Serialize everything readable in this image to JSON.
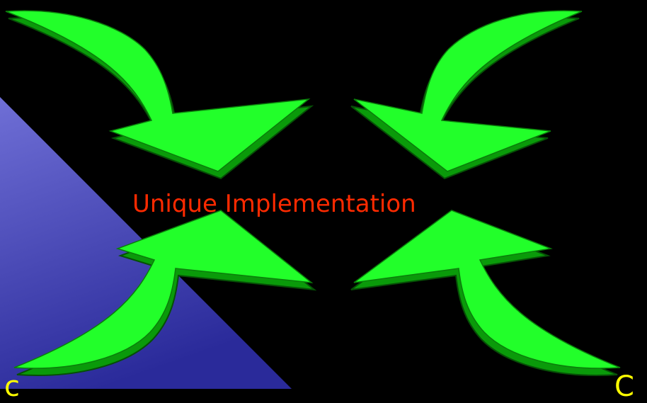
{
  "slide": {
    "center_label": "Unique Implementation",
    "edge_left_text": "c",
    "edge_right_text": "C",
    "colors": {
      "background": "#000000",
      "panel_light": "#6f6fd6",
      "panel_dark": "#2a2a9a",
      "arrow_face": "#22ff2a",
      "arrow_side": "#0a9a0a",
      "arrow_edge": "#064f06",
      "label": "#ff2a00",
      "edge_text": "#ffff00"
    },
    "arrows": [
      {
        "name": "top-left-arrow",
        "direction": "down-right"
      },
      {
        "name": "top-right-arrow",
        "direction": "down-left"
      },
      {
        "name": "bottom-left-arrow",
        "direction": "up-right"
      },
      {
        "name": "bottom-right-arrow",
        "direction": "up-left"
      }
    ]
  }
}
